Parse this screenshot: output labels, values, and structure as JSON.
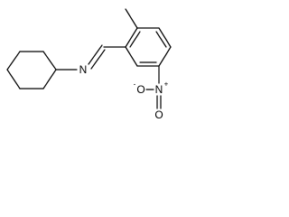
{
  "molecule": {
    "atoms": {
      "imine_n": "N",
      "nitro_n": "N",
      "nitro_n_charge": "+",
      "nitro_o_left": "O",
      "nitro_o_left_charge": "-",
      "nitro_o_right": "O"
    },
    "colors": {
      "bond": "#000000",
      "label": "#000000",
      "background": "#ffffff"
    }
  }
}
